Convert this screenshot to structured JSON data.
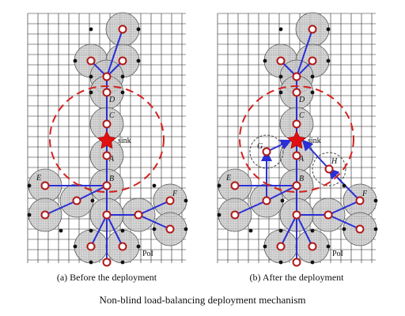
{
  "figure": {
    "caption": "Non-blind load-balancing deployment mechanism",
    "panels": [
      {
        "id": "a",
        "subcaption": "(a) Before the deployment",
        "labels": {
          "A": "A",
          "B": "B",
          "C": "C",
          "D": "D",
          "E": "E",
          "F": "F",
          "sink": "sink",
          "poi": "PoI"
        }
      },
      {
        "id": "b",
        "subcaption": "(b) After the deployment",
        "labels": {
          "A": "A",
          "B": "B",
          "C": "C",
          "D": "D",
          "E": "E",
          "F": "F",
          "G": "G",
          "H": "H",
          "sink": "sink",
          "poi": "PoI"
        }
      }
    ],
    "colors": {
      "grid": "#222222",
      "sensing_disk_fill": "#c8c8c8",
      "sensing_disk_stroke": "#555555",
      "link": "#2a2fd6",
      "node_stroke": "#b01818",
      "sink": "#e01010",
      "load_circle": "#d62020",
      "dot": "#111111"
    }
  }
}
